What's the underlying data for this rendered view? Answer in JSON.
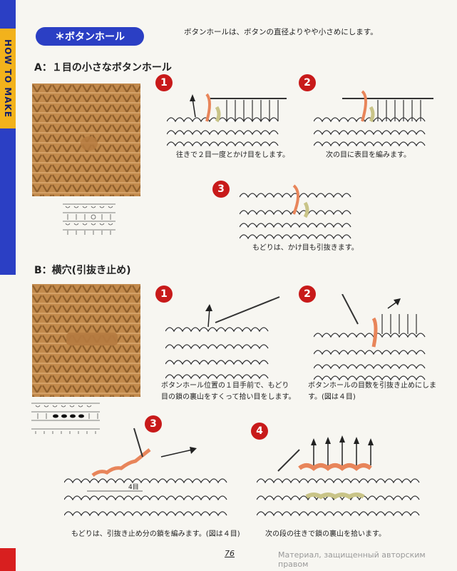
{
  "sidebar": {
    "label": "HOW TO MAKE"
  },
  "header": {
    "title": "＊ボタンホール",
    "note": "ボタンホールは、ボタンの直径よりやや小さめにします。"
  },
  "section_a": {
    "title": "A：１目の小さなボタンホール",
    "steps": [
      {
        "num": "1",
        "caption": "往きで２目一度とかけ目をします。"
      },
      {
        "num": "2",
        "caption": "次の目に表目を編みます。"
      },
      {
        "num": "3",
        "caption": "もどりは、かけ目も引抜きます。"
      }
    ]
  },
  "section_b": {
    "title": "B：横穴(引抜き止め)",
    "steps": [
      {
        "num": "1",
        "caption_lines": [
          "ボタンホール位置の１目手前で、もどり",
          "目の鎖の裏山をすくって拾い目をします。"
        ]
      },
      {
        "num": "2",
        "caption_lines": [
          "ボタンホールの目数を引抜き止めにしま",
          "す。(図は４目)"
        ]
      },
      {
        "num": "3",
        "caption": "もどりは、引抜き止め分の鎖を編みます。(図は４目)",
        "label": "4目"
      },
      {
        "num": "4",
        "caption": "次の段の往きで鎖の裏山を拾います。"
      }
    ]
  },
  "footer": {
    "page": "76",
    "watermark": "Материал, защищенный авторским правом"
  },
  "colors": {
    "blue": "#2b3fc4",
    "yellow": "#f2b21c",
    "red": "#d81f1f",
    "yarn": "#c28a4c",
    "highlight_orange": "#e8855a",
    "highlight_green": "#c9c487"
  }
}
